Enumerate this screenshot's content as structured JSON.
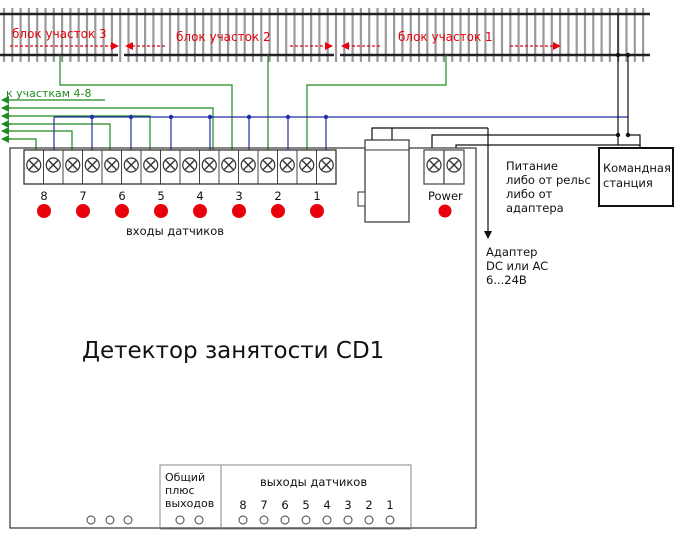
{
  "track": {
    "blocks": [
      {
        "label": "блок участок 3",
        "color": "#e8000b"
      },
      {
        "label": "блок участок 2",
        "color": "#e8000b"
      },
      {
        "label": "блок участок 1",
        "color": "#e8000b"
      }
    ],
    "to_sections": "к участкам 4-8"
  },
  "device": {
    "title": "Детектор занятости CD1",
    "inputs_label": "входы датчиков",
    "input_numbers": [
      "8",
      "7",
      "6",
      "5",
      "4",
      "3",
      "2",
      "1"
    ],
    "power_label": "Power",
    "common_plus": [
      "Общий",
      "плюс",
      "выходов"
    ],
    "outputs_label": "выходы датчиков",
    "output_numbers": [
      "8",
      "7",
      "6",
      "5",
      "4",
      "3",
      "2",
      "1"
    ]
  },
  "supply": {
    "lines": [
      "Питание",
      "либо от рельс",
      "либо от",
      "адаптера"
    ]
  },
  "adapter": {
    "lines": [
      "Адаптер",
      "DC или AC",
      "6...24В"
    ]
  },
  "station": {
    "lines": [
      "Командная",
      "станция"
    ]
  },
  "colors": {
    "rail": "#222222",
    "block_arrow": "#e8000b",
    "led": "#e8000b",
    "green_wire": "#1f8a1f",
    "blue_wire": "#1f2fa8",
    "black_wire": "#111111"
  }
}
